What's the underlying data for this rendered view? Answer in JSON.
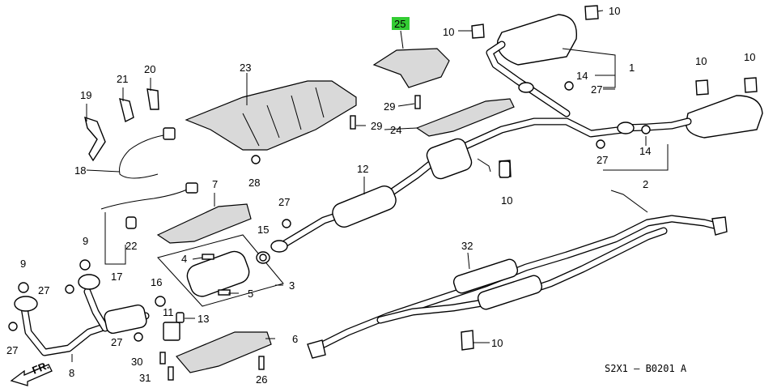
{
  "diagram": {
    "code": "S2X1 – B0201 A",
    "highlight_color": "#33cc33",
    "callouts": {
      "c1": "1",
      "c2": "2",
      "c3": "3",
      "c4": "4",
      "c5": "5",
      "c6": "6",
      "c7": "7",
      "c8": "8",
      "c9a": "9",
      "c9b": "9",
      "c10a": "10",
      "c10b": "10",
      "c10c": "10",
      "c10d": "10",
      "c10e": "10",
      "c10f": "10",
      "c11": "11",
      "c12": "12",
      "c13": "13",
      "c14a": "14",
      "c14b": "14",
      "c15": "15",
      "c16": "16",
      "c17": "17",
      "c18": "18",
      "c19": "19",
      "c20": "20",
      "c21": "21",
      "c22": "22",
      "c23": "23",
      "c24": "24",
      "c25": "25",
      "c26": "26",
      "c27a": "27",
      "c27b": "27",
      "c27c": "27",
      "c27d": "27",
      "c27e": "27",
      "c27f": "27",
      "c28": "28",
      "c29a": "29",
      "c29b": "29",
      "c30": "30",
      "c31": "31",
      "c32": "32"
    },
    "front_marker": "FR."
  }
}
